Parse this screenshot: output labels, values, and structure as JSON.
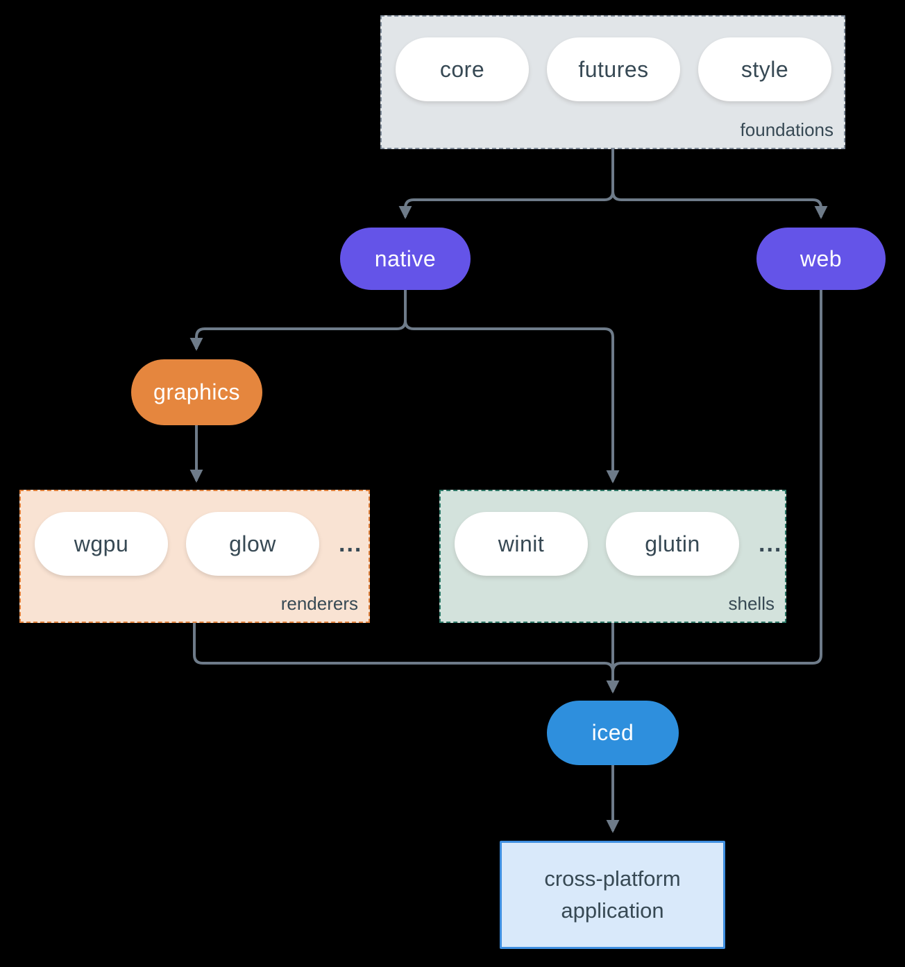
{
  "colors": {
    "background": "#000000",
    "connector": "#6e7b89",
    "node_text_dark": "#374954",
    "node_text_light": "#ffffff",
    "purple": "#6454e8",
    "orange": "#e5863e",
    "blue": "#2e8fdd",
    "foundations_fill": "#e1e5e8",
    "foundations_border": "#808c9a",
    "renderers_fill": "#f9e3d3",
    "renderers_border": "#e0803b",
    "shells_fill": "#d3e2dc",
    "shells_border": "#2d7867",
    "application_fill": "#d9e9fa",
    "application_border": "#3f8fe0"
  },
  "foundations": {
    "label": "foundations",
    "items": [
      "core",
      "futures",
      "style"
    ]
  },
  "native": {
    "label": "native"
  },
  "web": {
    "label": "web"
  },
  "graphics": {
    "label": "graphics"
  },
  "renderers": {
    "label": "renderers",
    "items": [
      "wgpu",
      "glow"
    ],
    "ellipsis": "..."
  },
  "shells": {
    "label": "shells",
    "items": [
      "winit",
      "glutin"
    ],
    "ellipsis": "..."
  },
  "iced": {
    "label": "iced"
  },
  "application": {
    "label": "cross-platform application"
  }
}
